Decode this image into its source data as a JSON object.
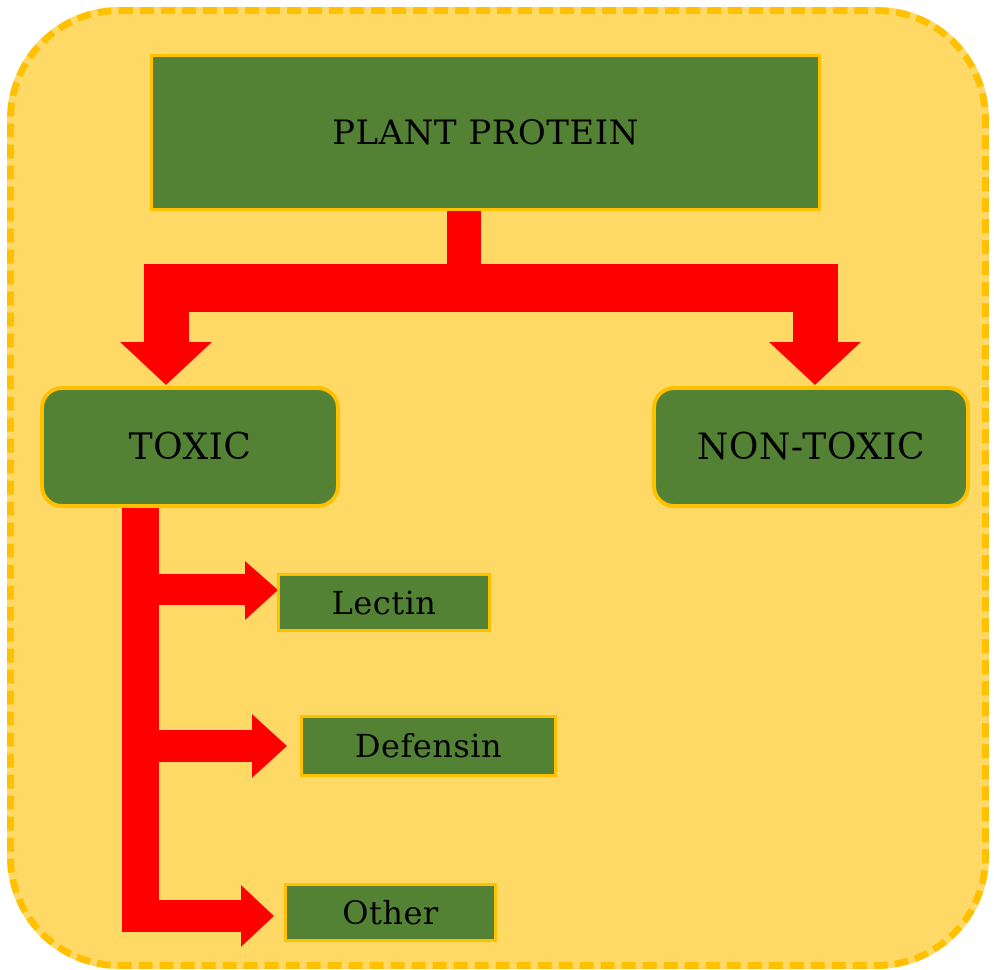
{
  "root": {
    "label": "PLANT PROTEIN"
  },
  "categories": [
    {
      "label": "TOXIC"
    },
    {
      "label": "NON-TOXIC"
    }
  ],
  "toxic_types": [
    {
      "label": "Lectin"
    },
    {
      "label": "Defensin"
    },
    {
      "label": "Other"
    }
  ],
  "colors": {
    "background": "#FFD966",
    "dashed_border": "#FFC000",
    "box_fill": "#548235",
    "arrow": "#FF0000",
    "text": "#000000"
  }
}
